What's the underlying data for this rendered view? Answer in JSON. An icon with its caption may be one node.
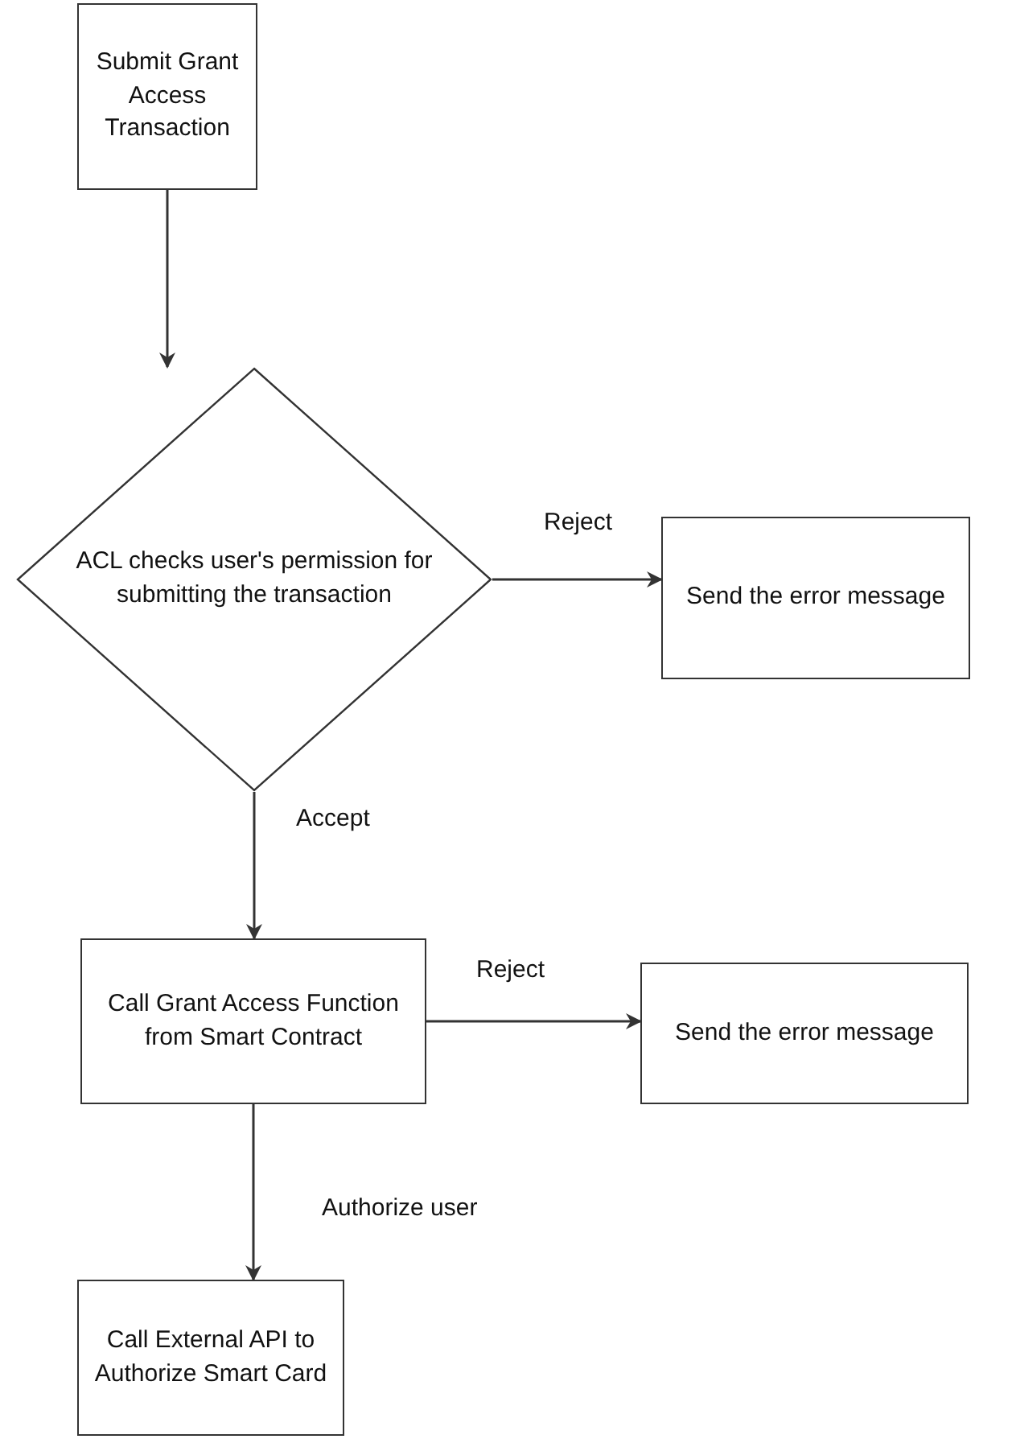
{
  "diagram": {
    "nodes": [
      {
        "text": [
          "Submit Grant Access Transaction"
        ]
      },
      {
        "text": [
          "ACL checks user's permission for submitting the transaction"
        ]
      },
      {
        "text": [
          "Send the error message"
        ]
      },
      {
        "text": [
          "Call Grant Access Function from Smart Contract"
        ]
      },
      {
        "text": [
          "Send the error message"
        ]
      },
      {
        "text": [
          "Call External API to Authorize Smart Card"
        ]
      }
    ],
    "edges": [
      {
        "from": 0,
        "to": 1,
        "arrow": "to"
      },
      {
        "from": 1,
        "to": 2,
        "arrow": "to",
        "label": "Reject"
      },
      {
        "from": 1,
        "to": 3,
        "arrow": "to",
        "label": "Accept"
      },
      {
        "from": 3,
        "to": 4,
        "arrow": "to",
        "label": "Reject"
      },
      {
        "from": 3,
        "to": 5,
        "arrow": "to",
        "label": "Authorize user"
      }
    ]
  }
}
